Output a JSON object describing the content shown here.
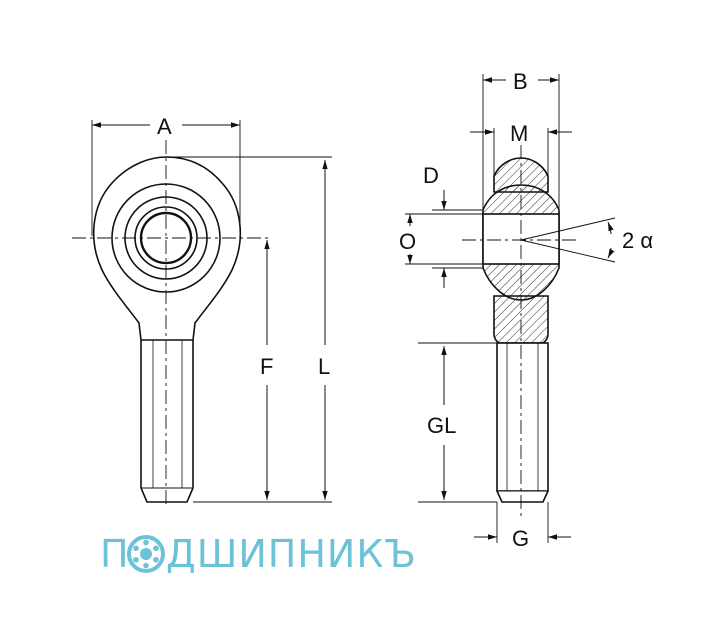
{
  "labels": {
    "A": "A",
    "F": "F",
    "L": "L",
    "B": "B",
    "M": "M",
    "D": "D",
    "O": "O",
    "two_alpha": "2 α",
    "GL": "GL",
    "G": "G"
  },
  "logo": {
    "text_before": "П",
    "text_after": "ДШИПНИКЪ",
    "color": "#6cc2d6"
  },
  "colors": {
    "line": "#111111",
    "hatch": "#333333"
  }
}
